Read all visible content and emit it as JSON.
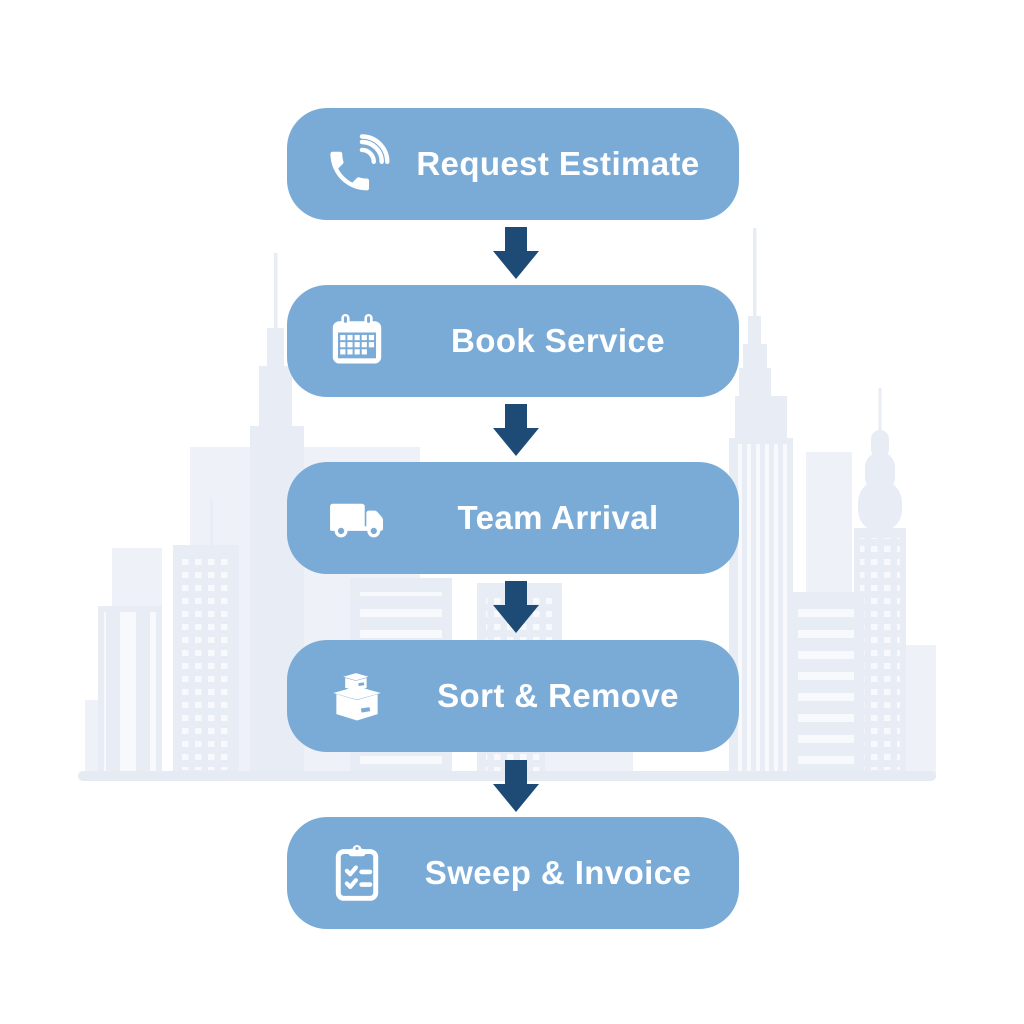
{
  "diagram": {
    "kind": "vertical-process-flow",
    "steps": [
      {
        "label": "Request Estimate",
        "icon": "phone-ringing-icon"
      },
      {
        "label": "Book Service",
        "icon": "calendar-icon"
      },
      {
        "label": "Team Arrival",
        "icon": "truck-icon"
      },
      {
        "label": "Sort & Remove",
        "icon": "stacked-boxes-icon"
      },
      {
        "label": "Sweep & Invoice",
        "icon": "clipboard-checklist-icon"
      }
    ],
    "connector": "down-arrow",
    "background_art": "faint-city-skyline"
  },
  "colors": {
    "background": "#ffffff",
    "step_fill": "#7aabd7",
    "arrow": "#1d4b76",
    "text_color": "#ffffff",
    "skyline_1": "#eef1f7",
    "skyline_2": "#e8ecf4",
    "skyline_window": "#f7f9fd",
    "skyline_ground": "#e6eaf2"
  }
}
